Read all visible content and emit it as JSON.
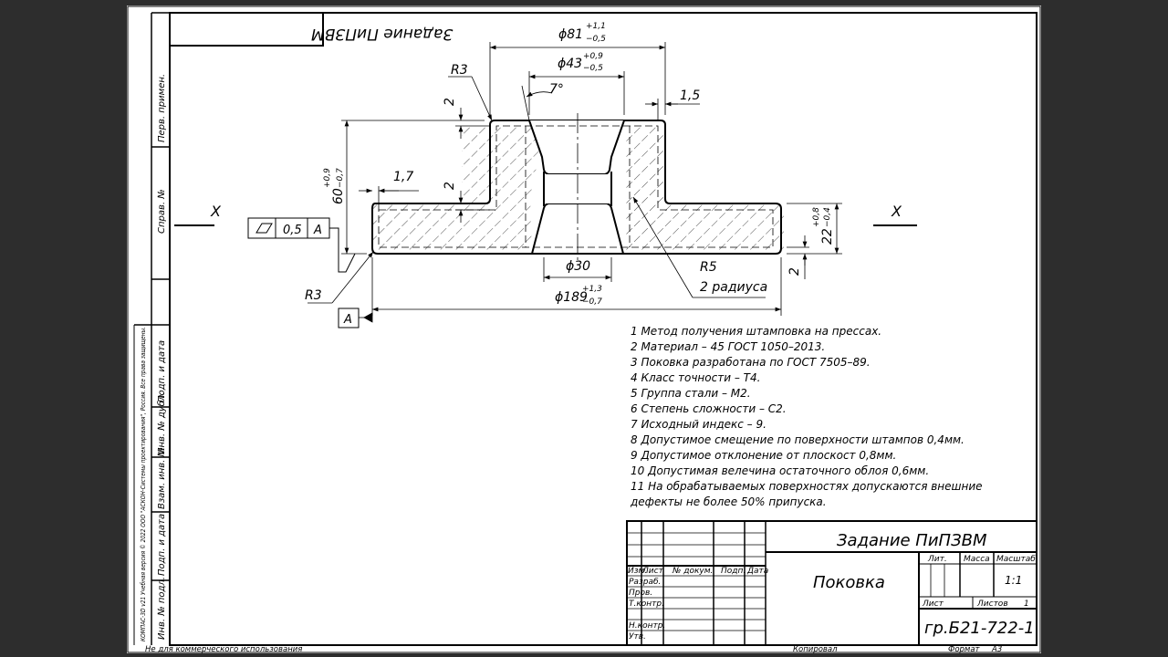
{
  "drawing": {
    "top_title_mirrored": "Задание ПиПЗВМ",
    "dims": {
      "d81": "ϕ81",
      "d81_tol_up": "+1,1",
      "d81_tol_lo": "−0,5",
      "d43": "ϕ43",
      "d43_tol_up": "+0,9",
      "d43_tol_lo": "−0,5",
      "d30": "ϕ30",
      "d189": "ϕ189",
      "d189_tol_up": "+1,3",
      "d189_tol_lo": "−0,7",
      "h60": "60",
      "h60_tol_up": "+0,9",
      "h60_tol_lo": "−0,7",
      "h22": "22",
      "h22_tol_up": "+0,8",
      "h22_tol_lo": "−0,4",
      "angle7": "7°",
      "r3_top": "R3",
      "r3_bottom": "R3",
      "r5": "R5",
      "r5_note": "2 радиуса",
      "w1_5": "1,5",
      "w1_7": "1,7",
      "two_a": "2",
      "two_b": "2",
      "two_c": "2",
      "axis_left": "X",
      "axis_right": "X",
      "flatness_value": "0,5",
      "flatness_base": "A",
      "datum_label": "A"
    },
    "notes": [
      "1 Метод получения штамповка на прессах.",
      "2 Материал – 45 ГОСТ 1050–2013.",
      "3 Поковка разработана по ГОСТ 7505–89.",
      "4 Класс точности – Т4.",
      "5 Группа стали – М2.",
      "6 Степень сложности – С2.",
      "7 Исходный индекс – 9.",
      "8 Допустимое смещение по поверхности штампов 0,4мм.",
      "9 Допустимое отклонение от плоскост 0,8мм.",
      "10 Допустимая велечина остаточного облоя 0,6мм.",
      "11 На обрабатываемых поверхностях допускаются внешние",
      "дефекты не более 50% припуска."
    ]
  },
  "side_strip": {
    "perv_primen": "Перв. примен.",
    "sprav_no": "Справ. №",
    "podp_data_1": "Подп. и дата",
    "inv_dubl": "Инв. № дубл.",
    "vzam_inv": "Взам. инв. №",
    "podp_data_2": "Подп. и дата",
    "inv_podl": "Инв. № подл.",
    "copyright": "КОМПАС-3D v21 Учебная версия © 2022 ООО \"АСКОН-Системы проектирования\", Россия. Все права защищены."
  },
  "title_block": {
    "doc_title": "Задание ПиПЗВМ",
    "part_name": "Поковка",
    "designation": "гр.Б21-722-1",
    "col_izm": "Изм.",
    "col_list": "Лист",
    "col_doc": "№ докум.",
    "col_podp": "Подп.",
    "col_data": "Дата",
    "row_razrab": "Разраб.",
    "row_prov": "Пров.",
    "row_tkontr": "Т.контр.",
    "row_nkontr": "Н.контр.",
    "row_utv": "Утв.",
    "lit": "Лит.",
    "massa": "Масса",
    "masshtab": "Масштаб",
    "scale_value": "1:1",
    "list_label": "Лист",
    "listov_label": "Листов",
    "listov_value": "1"
  },
  "bottom": {
    "noncommercial": "Не для коммерческого использования",
    "kopiroval": "Копировал",
    "format_label": "Формат",
    "format_value": "A3"
  }
}
